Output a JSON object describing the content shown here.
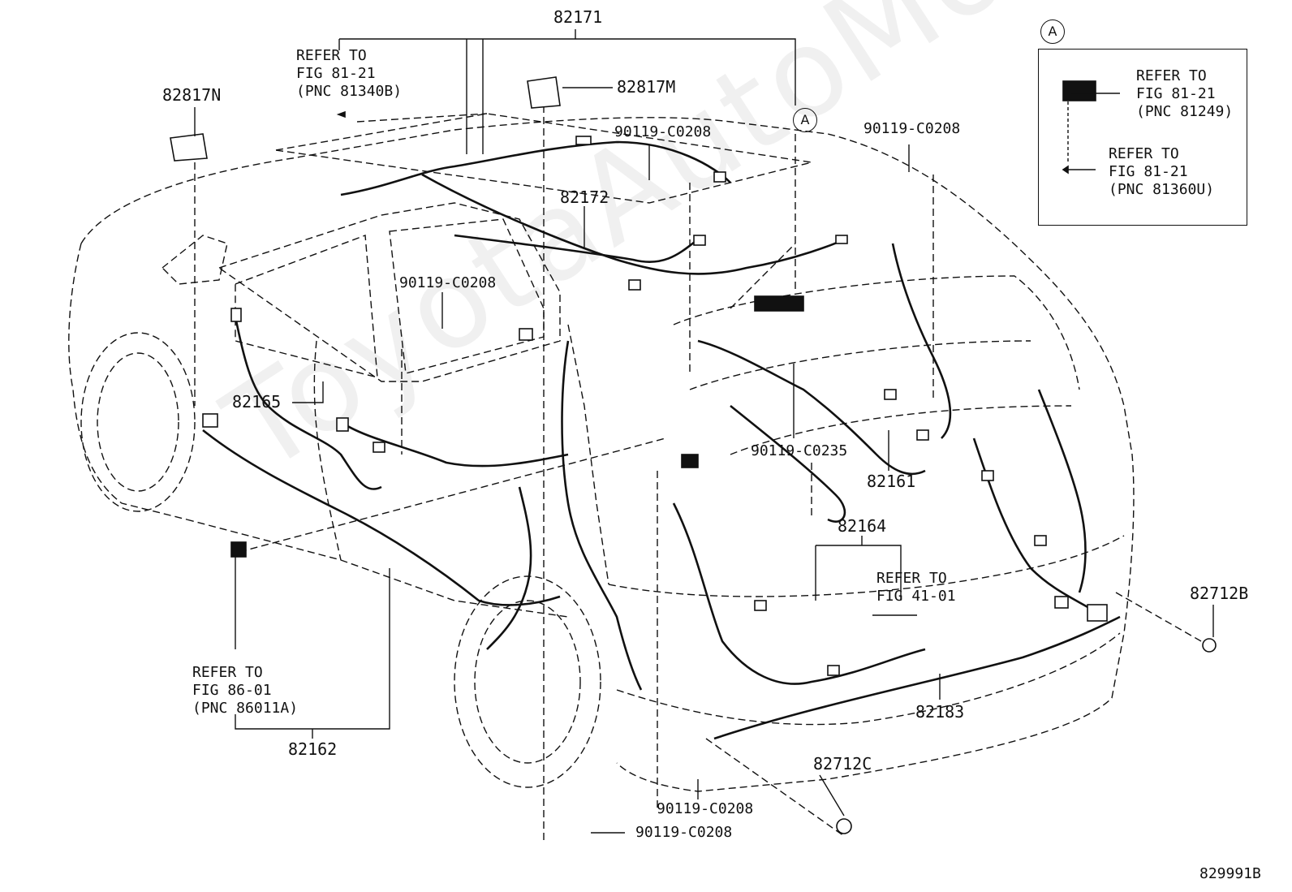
{
  "diagram": {
    "watermark": "ToyotaAutoMore.ru",
    "drawing_code": "829991B",
    "view_marker": "A",
    "part_numbers": {
      "p82171": "82171",
      "p82817N": "82817N",
      "p82817M": "82817M",
      "p82172": "82172",
      "p82165": "82165",
      "p82161": "82161",
      "p82164": "82164",
      "p82162": "82162",
      "p82183": "82183",
      "p82712B": "82712B",
      "p82712C": "82712C"
    },
    "bolts": {
      "b1": "90119-C0208",
      "b2": "90119-C0208",
      "b3": "90119-C0208",
      "b4": "90119-C0208",
      "b5": "90119-C0208",
      "b6": "90119-C0235"
    },
    "references": {
      "ref_81340B": [
        "REFER TO",
        "FIG 81-21",
        "(PNC 81340B)"
      ],
      "ref_86011A": [
        "REFER TO",
        "FIG 86-01",
        "(PNC 86011A)"
      ],
      "ref_41_01": [
        "REFER TO",
        "FIG 41-01"
      ],
      "ref_81249": [
        "REFER TO",
        "FIG 81-21",
        "(PNC 81249)"
      ],
      "ref_81360U": [
        "REFER TO",
        "FIG 81-21",
        "(PNC 81360U)"
      ]
    }
  }
}
